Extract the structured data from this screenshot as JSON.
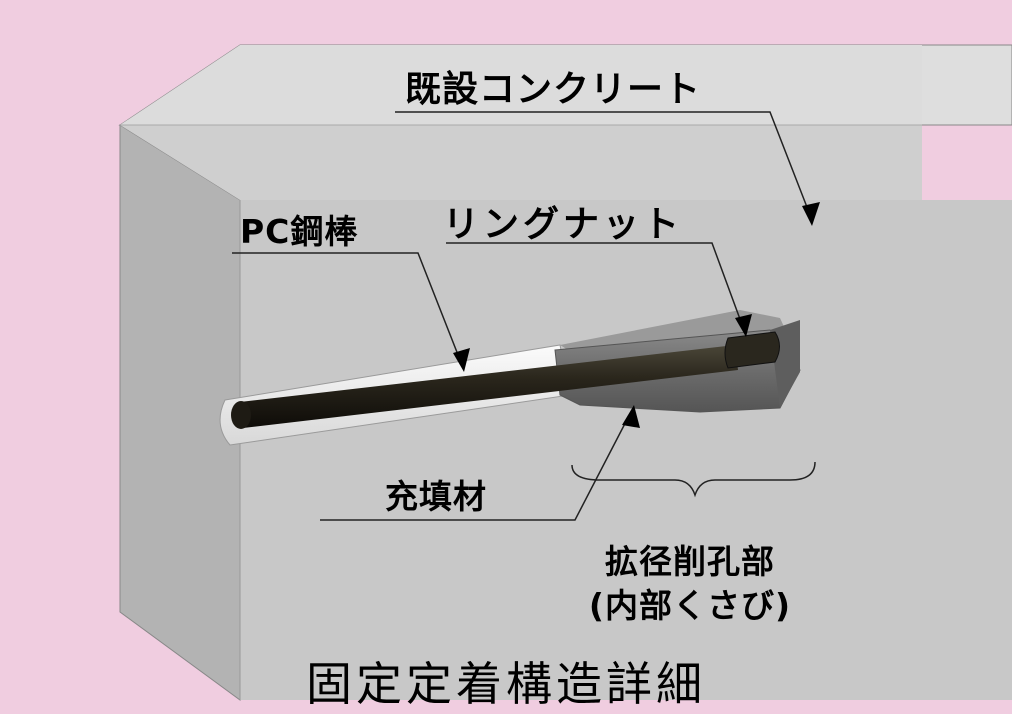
{
  "labels": {
    "existing_concrete": "既設コンクリート",
    "pc_steel_bar": "PC鋼棒",
    "ring_nut": "リングナット",
    "filler": "充填材",
    "enlarged_hole_line1": "拡径削孔部",
    "enlarged_hole_line2": "(内部くさび)"
  },
  "title": "固定定着構造詳細",
  "colors": {
    "background": "#f0cde0",
    "concrete_front": "#c8c8c8",
    "concrete_top": "#dedede",
    "concrete_side": "#b4b4b4",
    "steel_bar": "#26231a",
    "wedge": "#707070"
  }
}
